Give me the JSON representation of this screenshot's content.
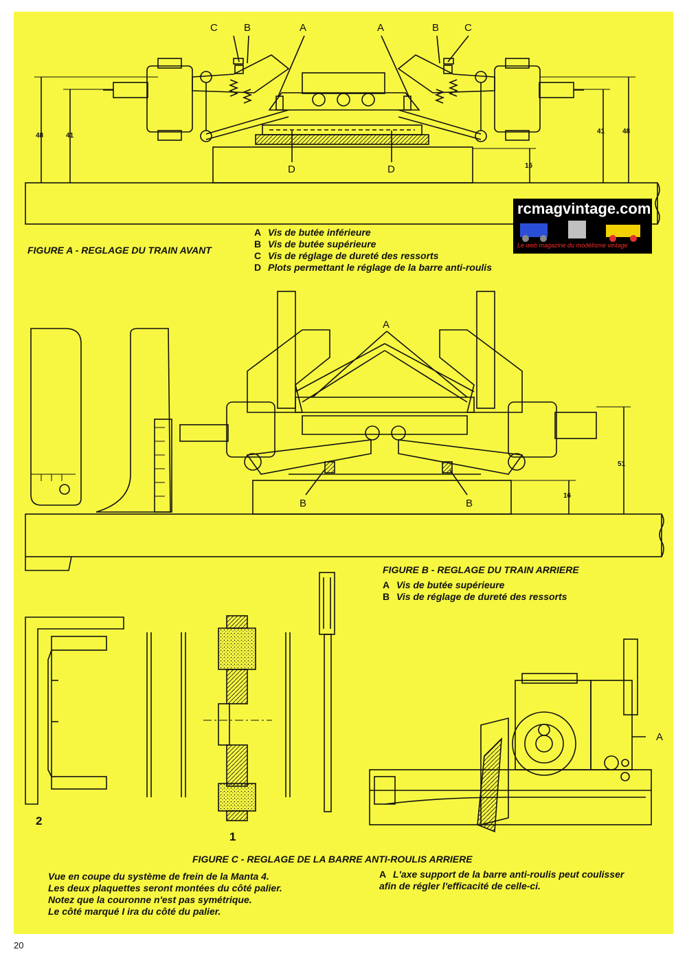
{
  "watermark": {
    "title": "rcmagvintage.com",
    "subtitle": "Le web magazine du modélisme vintage"
  },
  "figure_a": {
    "caption": "FIGURE A - REGLAGE DU TRAIN AVANT",
    "legend": [
      {
        "key": "A",
        "text": "Vis de butée inférieure"
      },
      {
        "key": "B",
        "text": "Vis de butée supérieure"
      },
      {
        "key": "C",
        "text": "Vis de réglage de dureté des ressorts"
      },
      {
        "key": "D",
        "text": "Plots permettant le réglage de la barre anti-roulis"
      }
    ],
    "labels": {
      "c": "C",
      "b": "B",
      "a": "A",
      "d": "D"
    },
    "dims": {
      "d48": "48",
      "d41": "41",
      "d16": "16"
    }
  },
  "figure_b": {
    "caption": "FIGURE B - REGLAGE DU TRAIN ARRIERE",
    "legend": [
      {
        "key": "A",
        "text": "Vis de butée supérieure"
      },
      {
        "key": "B",
        "text": "Vis de réglage de dureté des ressorts"
      }
    ],
    "labels": {
      "a": "A",
      "b": "B"
    },
    "dims": {
      "d51": "51",
      "d16": "16"
    }
  },
  "figure_c": {
    "caption": "FIGURE C - REGLAGE DE LA BARRE ANTI-ROULIS ARRIERE",
    "notes": [
      "Vue en coupe du système de frein de la Manta 4.",
      "Les deux plaquettes seront montées du côté palier.",
      "Notez que la couronne n'est pas symétrique.",
      "Le côté marqué I ira du côté du palier."
    ],
    "legend_key": "A",
    "legend_lines": [
      "L'axe support de la barre anti-roulis peut coulisser",
      "afin de régler l'efficacité de celle-ci."
    ],
    "labels": {
      "one": "1",
      "two": "2",
      "a": "A"
    }
  },
  "page_number": "20"
}
